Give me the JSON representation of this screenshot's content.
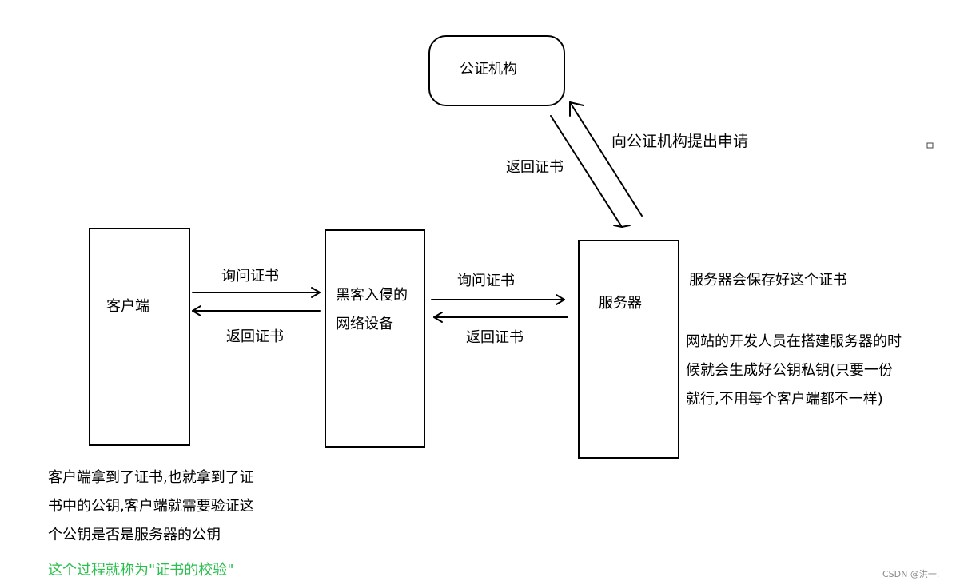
{
  "nodes": {
    "ca": "公证机构",
    "client": "客户端",
    "attacker_line1": "黑客入侵的",
    "attacker_line2": "网络设备",
    "server": "服务器"
  },
  "edges": {
    "server_to_ca": "向公证机构提出申请",
    "ca_to_server": "返回证书",
    "client_to_attacker": "询问证书",
    "attacker_to_client": "返回证书",
    "attacker_to_server": "询问证书",
    "server_to_attacker": "返回证书"
  },
  "notes": {
    "server_cert": "服务器会保存好这个证书",
    "server_keys_line1": "网站的开发人员在搭建服务器的时",
    "server_keys_line2": "候就会生成好公钥私钥(只要一份",
    "server_keys_line3": "就行,不用每个客户端都不一样)",
    "client_line1": "客户端拿到了证书,也就拿到了证",
    "client_line2": "书中的公钥,客户端就需要验证这",
    "client_line3": "个公钥是否是服务器的公钥",
    "conclusion": "这个过程就称为\"证书的校验\""
  },
  "watermark": "CSDN @洪一.",
  "colors": {
    "accent_text": "#2bbf4d",
    "stroke": "#000000"
  }
}
